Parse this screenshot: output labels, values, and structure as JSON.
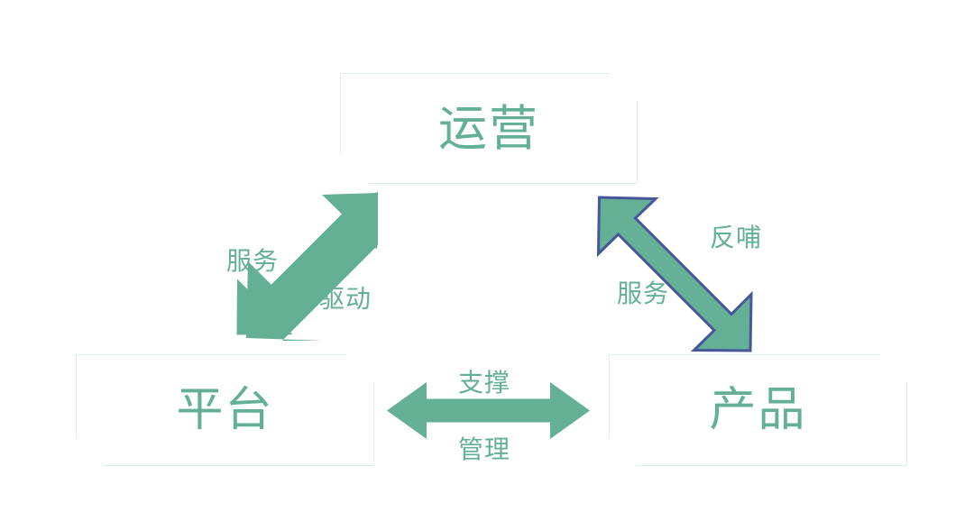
{
  "diagram": {
    "title_colors": {
      "accent_green": "#63B095",
      "box_border_green": "#6BB896",
      "arrow_fill_green": "#63B095",
      "arrow_outline_navy": "#47569B",
      "background": "#FFFFFF"
    },
    "nodes": [
      {
        "id": "operations",
        "label": "运营",
        "shape": "chamfered-rectangle"
      },
      {
        "id": "platform",
        "label": "平台",
        "shape": "chamfered-rectangle"
      },
      {
        "id": "product",
        "label": "产品",
        "shape": "chamfered-rectangle"
      }
    ],
    "edges": [
      {
        "id": "platform-operations",
        "from": "平台",
        "to": "运营",
        "style": "double-headed-diagonal",
        "outlined": false,
        "labels": [
          {
            "id": "left-service",
            "text": "服务"
          },
          {
            "id": "left-drive",
            "text": "驱动"
          }
        ]
      },
      {
        "id": "operations-product",
        "from": "运营",
        "to": "产品",
        "style": "double-headed-diagonal",
        "outlined": true,
        "labels": [
          {
            "id": "right-feed",
            "text": "反哺"
          },
          {
            "id": "right-service",
            "text": "服务"
          }
        ]
      },
      {
        "id": "platform-product",
        "from": "平台",
        "to": "产品",
        "style": "double-headed-horizontal",
        "outlined": false,
        "labels": [
          {
            "id": "bottom-support",
            "text": "支撑"
          },
          {
            "id": "bottom-manage",
            "text": "管理"
          }
        ]
      }
    ]
  }
}
